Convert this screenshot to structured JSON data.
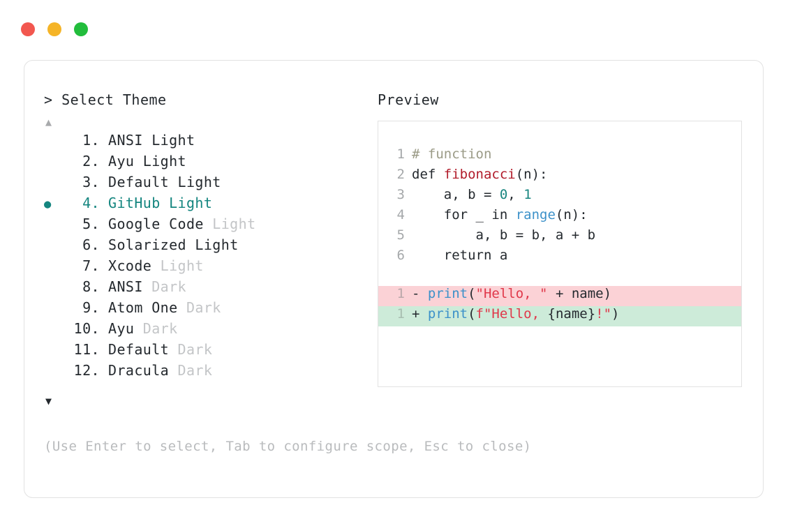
{
  "window": {
    "controls": [
      {
        "name": "close",
        "color": "#F2574F"
      },
      {
        "name": "minimize",
        "color": "#F5B427"
      },
      {
        "name": "maximize",
        "color": "#22BD3C"
      }
    ]
  },
  "selector": {
    "prompt": "> Select Theme",
    "scroll_up": "▲",
    "scroll_down": "▼",
    "selected_index": 4,
    "bullet": "●",
    "items": [
      {
        "number": "1.",
        "name": "ANSI",
        "variant": " Light",
        "variant_dim": false,
        "selected": false
      },
      {
        "number": "2.",
        "name": "Ayu",
        "variant": " Light",
        "variant_dim": false,
        "selected": false
      },
      {
        "number": "3.",
        "name": "Default",
        "variant": " Light",
        "variant_dim": false,
        "selected": false
      },
      {
        "number": "4.",
        "name": "GitHub",
        "variant": " Light",
        "variant_dim": false,
        "selected": true
      },
      {
        "number": "5.",
        "name": "Google Code",
        "variant": " Light",
        "variant_dim": true,
        "selected": false
      },
      {
        "number": "6.",
        "name": "Solarized",
        "variant": " Light",
        "variant_dim": false,
        "selected": false
      },
      {
        "number": "7.",
        "name": "Xcode",
        "variant": " Light",
        "variant_dim": true,
        "selected": false
      },
      {
        "number": "8.",
        "name": "ANSI",
        "variant": " Dark",
        "variant_dim": true,
        "selected": false
      },
      {
        "number": "9.",
        "name": "Atom One",
        "variant": " Dark",
        "variant_dim": true,
        "selected": false
      },
      {
        "number": "10.",
        "name": "Ayu",
        "variant": " Dark",
        "variant_dim": true,
        "selected": false
      },
      {
        "number": "11.",
        "name": "Default",
        "variant": " Dark",
        "variant_dim": true,
        "selected": false
      },
      {
        "number": "12.",
        "name": "Dracula",
        "variant": " Dark",
        "variant_dim": true,
        "selected": false
      }
    ]
  },
  "preview": {
    "label": "Preview",
    "code_lines": [
      {
        "ln": "1",
        "tokens": [
          {
            "t": "# function",
            "c": "comment"
          }
        ]
      },
      {
        "ln": "2",
        "tokens": [
          {
            "t": "def ",
            "c": "keyword"
          },
          {
            "t": "fibonacci",
            "c": "func"
          },
          {
            "t": "(n):",
            "c": "plain"
          }
        ]
      },
      {
        "ln": "3",
        "tokens": [
          {
            "t": "    a, b = ",
            "c": "plain"
          },
          {
            "t": "0",
            "c": "number"
          },
          {
            "t": ", ",
            "c": "plain"
          },
          {
            "t": "1",
            "c": "number"
          }
        ]
      },
      {
        "ln": "4",
        "tokens": [
          {
            "t": "    for _ in ",
            "c": "plain"
          },
          {
            "t": "range",
            "c": "builtin"
          },
          {
            "t": "(n):",
            "c": "plain"
          }
        ]
      },
      {
        "ln": "5",
        "tokens": [
          {
            "t": "        a, b = b, a + b",
            "c": "plain"
          }
        ]
      },
      {
        "ln": "6",
        "tokens": [
          {
            "t": "    return a",
            "c": "plain"
          }
        ]
      }
    ],
    "diff_lines": [
      {
        "ln": "1",
        "sign": "-",
        "kind": "del",
        "tokens": [
          {
            "t": "print",
            "c": "builtin"
          },
          {
            "t": "(",
            "c": "plain"
          },
          {
            "t": "\"Hello, \"",
            "c": "string"
          },
          {
            "t": " + name)",
            "c": "plain"
          }
        ]
      },
      {
        "ln": "1",
        "sign": "+",
        "kind": "add",
        "tokens": [
          {
            "t": "print",
            "c": "builtin"
          },
          {
            "t": "(",
            "c": "plain"
          },
          {
            "t": "f\"Hello, ",
            "c": "string"
          },
          {
            "t": "{name}",
            "c": "plain"
          },
          {
            "t": "!\"",
            "c": "string"
          },
          {
            "t": ")",
            "c": "plain"
          }
        ]
      }
    ]
  },
  "hint": "(Use Enter to select, Tab to configure scope, Esc to close)"
}
